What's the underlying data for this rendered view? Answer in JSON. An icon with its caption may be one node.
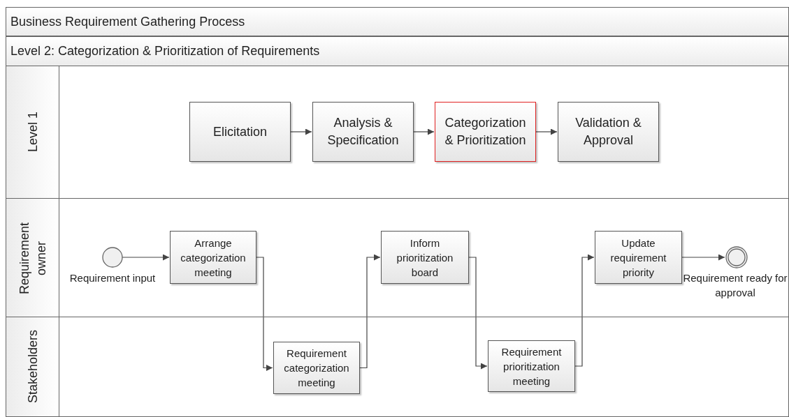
{
  "diagram": {
    "nodes": [
      {
        "text": [
          "Business Requirement Gathering Process"
        ]
      },
      {
        "text": [
          "Level 2: Categorization & Prioritization of Requirements"
        ]
      },
      {
        "text": [
          "Level 1"
        ]
      },
      {
        "text": [
          "Elicitation"
        ],
        "in": 2
      },
      {
        "text": [
          "Analysis & Specification"
        ],
        "in": 2
      },
      {
        "text": [
          "Categorization & Prioritization"
        ],
        "in": 2
      },
      {
        "text": [
          "Validation & Approval"
        ],
        "in": 2
      },
      {
        "text": [
          "Requirement owner"
        ]
      },
      {
        "text": [],
        "shape": "circle",
        "beside": [
          "Requirement input"
        ],
        "in": 7
      },
      {
        "text": [
          "Arrange categorization meeting"
        ],
        "in": 7
      },
      {
        "text": [
          "Inform prioritization board"
        ],
        "in": 7
      },
      {
        "text": [
          "Update requirement priority"
        ],
        "in": 7
      },
      {
        "text": [],
        "shape": "circle",
        "beside": [
          "Requirement ready for approval"
        ],
        "in": 7
      },
      {
        "text": [
          "Stakeholders"
        ]
      },
      {
        "text": [
          "Requirement categorization meeting"
        ],
        "in": 13
      },
      {
        "text": [
          "Requirement prioritization meeting"
        ],
        "in": 13
      }
    ],
    "edges": [
      {
        "from": 3,
        "to": 4,
        "arrow": "to"
      },
      {
        "from": 4,
        "to": 5,
        "arrow": "to"
      },
      {
        "from": 5,
        "to": 6,
        "arrow": "to"
      },
      {
        "from": 8,
        "to": 9,
        "arrow": "to"
      },
      {
        "from": 9,
        "to": 14,
        "arrow": "to"
      },
      {
        "from": 14,
        "to": 10,
        "arrow": "to"
      },
      {
        "from": 10,
        "to": 15,
        "arrow": "to"
      },
      {
        "from": 15,
        "to": 11,
        "arrow": "to"
      },
      {
        "from": 11,
        "to": 12,
        "arrow": "to"
      }
    ]
  }
}
